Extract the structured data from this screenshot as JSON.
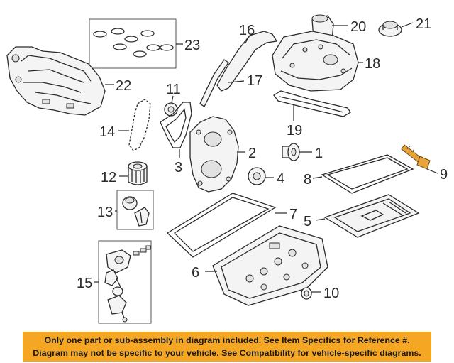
{
  "callouts": {
    "c1": "1",
    "c2": "2",
    "c3": "3",
    "c4": "4",
    "c5": "5",
    "c6": "6",
    "c7": "7",
    "c8": "8",
    "c9": "9",
    "c10": "10",
    "c11": "11",
    "c12": "12",
    "c13": "13",
    "c14": "14",
    "c15": "15",
    "c16": "16",
    "c17": "17",
    "c18": "18",
    "c19": "19",
    "c20": "20",
    "c21": "21",
    "c22": "22",
    "c23": "23"
  },
  "notice": {
    "line1": "Only one part or sub-assembly in diagram included. See Item Specifics for Reference #.",
    "line2": "Diagram may not be specific to your vehicle. See Compatibility for vehicle-specific diagrams."
  },
  "colors": {
    "highlight_part": "#e8a33a",
    "notice_background": "#f5a623"
  }
}
